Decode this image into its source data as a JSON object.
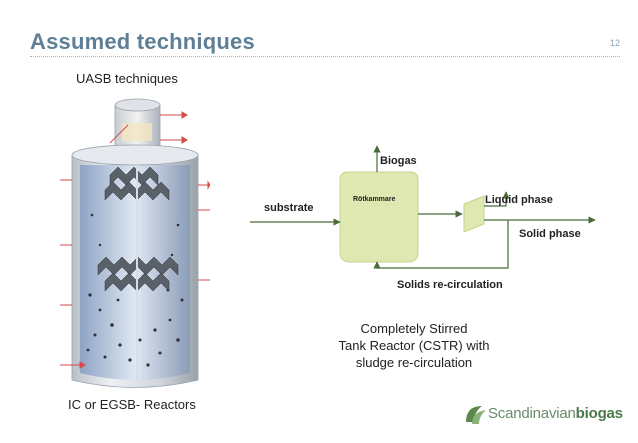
{
  "slide": {
    "title": "Assumed techniques",
    "page_number": "12"
  },
  "reactor": {
    "top_label": "UASB techniques",
    "bottom_label": "IC or EGSB- Reactors"
  },
  "cstr": {
    "box_label": "Rötkammare",
    "biogas": "Biogas",
    "substrate": "substrate",
    "liquid_phase": "Liquid phase",
    "solid_phase": "Solid phase",
    "recirculation": "Solids re-circulation",
    "caption_lines": [
      "Completely Stirred",
      "Tank Reactor (CSTR) with",
      "sludge  re-circulation"
    ]
  },
  "logo": {
    "part1": "Scandinavian",
    "part2": "biogas"
  },
  "colors": {
    "title": "#5f7f96",
    "tank_fill": "#dfe8b0",
    "logo_green": "#4a7a4a"
  }
}
